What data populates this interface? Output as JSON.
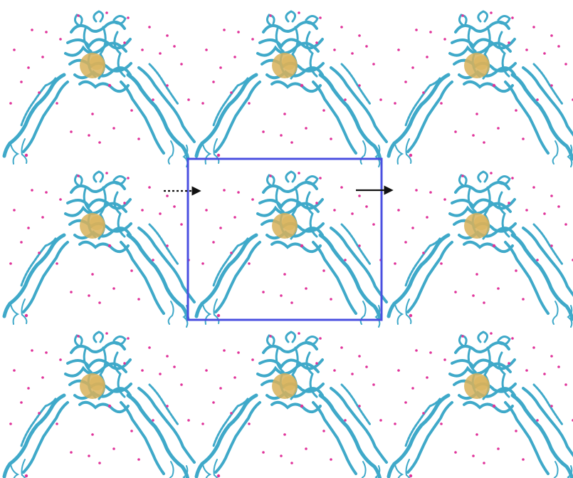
{
  "grid": {
    "rows": 3,
    "cols": 3,
    "highlighted_cell": [
      1,
      1
    ]
  },
  "colors": {
    "protein": "#3fa9c9",
    "protein_dark": "#2a8cae",
    "ligand": "#d8b25a",
    "solvent_dot": "#e0339a",
    "box": "#4a4fe0",
    "arrow": "#111111"
  },
  "icons": {
    "molecule": "protein-ribbon-icon",
    "dashed_arrow": "dotted-arrow-icon",
    "solid_arrow": "solid-arrow-icon"
  },
  "arrows": [
    {
      "name": "incoming-dotted-arrow",
      "style": "dotted"
    },
    {
      "name": "outgoing-solid-arrow",
      "style": "solid"
    }
  ]
}
